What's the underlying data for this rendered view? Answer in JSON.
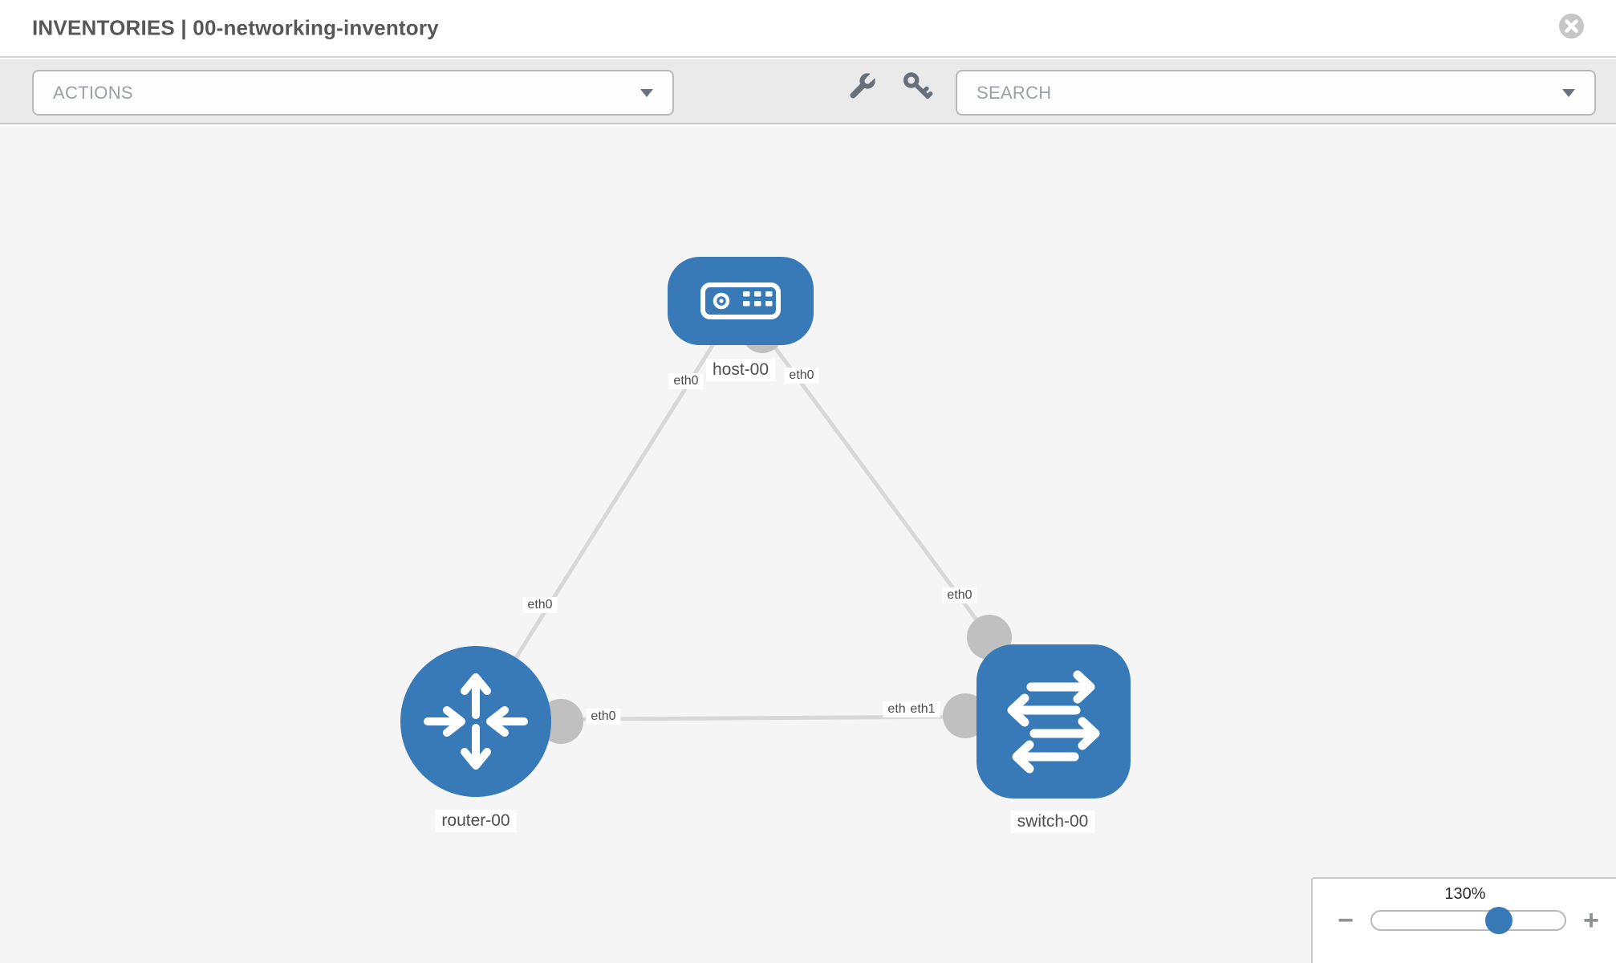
{
  "header": {
    "title": "INVENTORIES | 00-networking-inventory",
    "close_icon": "close-x"
  },
  "toolbar": {
    "actions": {
      "label": "ACTIONS"
    },
    "tools": [
      {
        "icon": "wrench-icon"
      },
      {
        "icon": "key-icon"
      }
    ],
    "search": {
      "placeholder": "SEARCH"
    }
  },
  "topology": {
    "nodes": [
      {
        "label": "host-00",
        "type": "host"
      },
      {
        "label": "router-00",
        "type": "router"
      },
      {
        "label": "switch-00",
        "type": "switch"
      }
    ],
    "links": [
      {
        "from": "host-00",
        "to": "router-00"
      },
      {
        "from": "host-00",
        "to": "switch-00"
      },
      {
        "from": "router-00",
        "to": "switch-00"
      }
    ],
    "interface_labels": [
      {
        "text": "eth0",
        "link": "host-router",
        "end": "host"
      },
      {
        "text": "eth0",
        "link": "host-switch",
        "end": "host"
      },
      {
        "text": "eth0",
        "link": "host-router",
        "end": "router"
      },
      {
        "text": "eth0",
        "link": "router-switch",
        "end": "router"
      },
      {
        "text": "eth0",
        "link": "host-switch",
        "end": "switch"
      },
      {
        "text": "eth0",
        "link": "router-switch",
        "end": "switch-behind"
      },
      {
        "text": "eth1",
        "link": "router-switch",
        "end": "switch"
      }
    ],
    "colors": {
      "node": "#387ab7",
      "link": "#d8d8d8",
      "interface_dot": "#c0c0c0",
      "canvas": "#f5f5f5"
    }
  },
  "zoom_control": {
    "level_label": "130%",
    "percent": 130,
    "minus_label": "−",
    "plus_label": "+"
  }
}
